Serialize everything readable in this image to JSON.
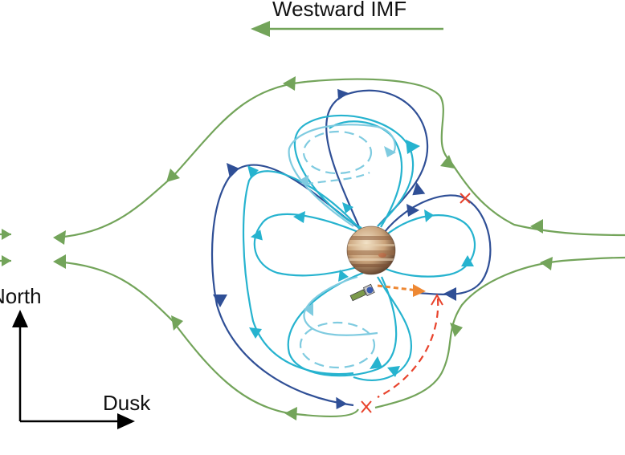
{
  "title": "Westward IMF",
  "axes": {
    "north_label": "North",
    "dusk_label": "Dusk"
  },
  "colors": {
    "imf": "#73a45a",
    "closed_outer": "#2f4f96",
    "closed_inner": "#26b3cf",
    "vortex": "#7fcbe0",
    "reconnection": "#e8432c",
    "flow": "#ee8833",
    "axis": "#000000"
  },
  "icons": [
    "jupiter-planet",
    "spacecraft-icon",
    "reconnection-x-marker"
  ]
}
